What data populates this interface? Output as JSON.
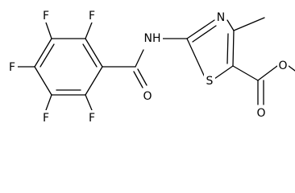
{
  "molecule": {
    "atoms": [
      {
        "id": "f1",
        "symbol": "F"
      },
      {
        "id": "f2",
        "symbol": "F"
      },
      {
        "id": "f3",
        "symbol": "F"
      },
      {
        "id": "f4",
        "symbol": "F"
      },
      {
        "id": "f5",
        "symbol": "F"
      },
      {
        "id": "nh",
        "symbol": "NH"
      },
      {
        "id": "o-amide",
        "symbol": "O"
      },
      {
        "id": "n-ring",
        "symbol": "N"
      },
      {
        "id": "s-ring",
        "symbol": "S"
      },
      {
        "id": "o-ester-carbonyl",
        "symbol": "O"
      },
      {
        "id": "o-ester-ether",
        "symbol": "O"
      }
    ]
  }
}
